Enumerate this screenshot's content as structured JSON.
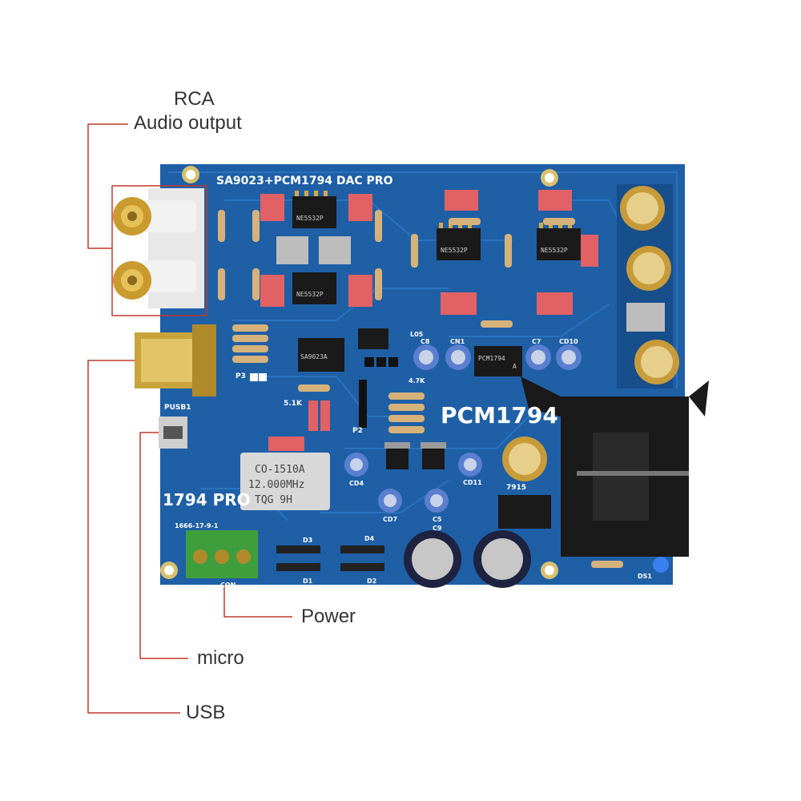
{
  "colors": {
    "leader_line": "#c0392b",
    "pcb": "#1f5fa6",
    "pcb_dark": "#174e8c",
    "label_text": "#333333"
  },
  "callouts": {
    "rca_line1": "RCA",
    "rca_line2": "Audio output",
    "power": "Power",
    "micro": "micro",
    "usb": "USB"
  },
  "board": {
    "title": "SA9023+PCM1794 DAC PRO",
    "model_big": "PCM1794",
    "model_small": "1794 PRO",
    "date_code": "1666-17-9-1",
    "pusb_label": "PUSB1",
    "p3_label": "P3",
    "p2_label": "P2",
    "r_5k1": "5.1K",
    "r_4k7": "4.7K",
    "crystal_line1": "CO-1510A",
    "crystal_line2": "12.000MHz",
    "crystal_line3": "TQG 9H",
    "opamp_text": "NE5532P",
    "dac_chip_line1": "PCM1794",
    "dac_chip_line2": "A",
    "usb_chip": "SA9023A",
    "regulator": "7915",
    "c8": "C8",
    "cn1": "CN1",
    "c7": "C7",
    "cd10": "CD10",
    "cd4": "CD4",
    "cd7": "CD7",
    "c5": "C5",
    "cd11": "CD11",
    "c9": "C9",
    "d1": "D1",
    "d2": "D2",
    "d3": "D3",
    "d4": "D4",
    "ds1": "DS1",
    "l05": "L05",
    "con_label": "CON"
  }
}
